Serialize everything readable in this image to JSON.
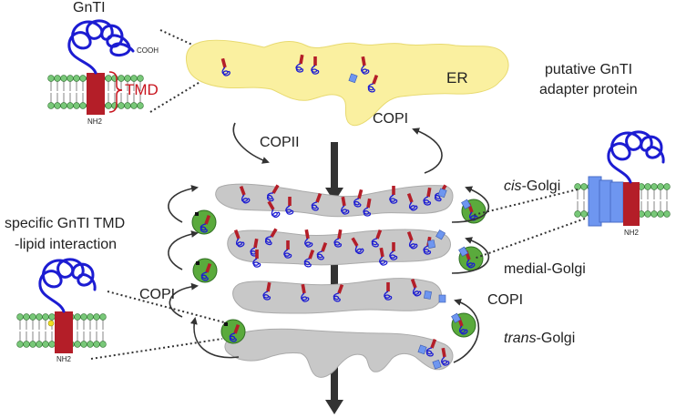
{
  "labels": {
    "gnti": "GnTI",
    "cooh": "COOH",
    "tmd": "TMD",
    "nh2": "NH2",
    "er": "ER",
    "copii": "COPII",
    "copi": "COPI",
    "cis_italic": "cis",
    "cis_rest": "-Golgi",
    "medial": "medial-Golgi",
    "trans_italic": "trans",
    "trans_rest": "-Golgi",
    "putative_line1": "putative GnTI",
    "putative_line2": "adapter protein",
    "specific_line1": "specific GnTI TMD",
    "specific_line2": "-lipid interaction"
  },
  "colors": {
    "er": "#faf0a0",
    "golgi": "#c8c8c8",
    "vesicle": "#5aaa3c",
    "protein_coil": "#1c1cd2",
    "tmd": "#b41e28",
    "tmd_label": "#c8141e",
    "adapter": "#6e96f0",
    "lipid_head": "#78c878",
    "arrow": "#333333"
  }
}
